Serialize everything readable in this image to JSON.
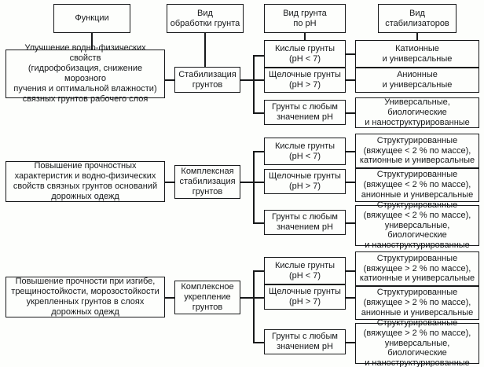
{
  "diagram": {
    "title_columns": [
      {
        "id": "functions",
        "label": "Функции"
      },
      {
        "id": "treatment",
        "label": "Вид\nобработки грунта"
      },
      {
        "id": "soil-ph",
        "label": "Вид грунта\nпо pH"
      },
      {
        "id": "stabilizers",
        "label": "Вид\nстабилизаторов"
      }
    ],
    "rows": [
      {
        "id": "row-1",
        "function": "Улучшение водно-физических свойств\n(гидрофобизация, снижение морозного\nпучения и оптимальной  влажности)\nсвязных грунтов рабочего слоя",
        "process": "Стабилизация\nгрунтов",
        "branches": [
          {
            "ph": "Кислые грунты\n(pH < 7)",
            "stabilizer": "Катионные\nи универсальные"
          },
          {
            "ph": "Щелочные грунты\n(pH > 7)",
            "stabilizer": "Анионные\nи универсальные"
          },
          {
            "ph": "Грунты с любым\nзначением pH",
            "stabilizer": "Универсальные,\nбиологические\nи наноструктурированные"
          }
        ]
      },
      {
        "id": "row-2",
        "function": "Повышение прочностных\nхарактеристик и водно-физических\nсвойств связных грунтов оснований\nдорожных одежд",
        "process": "Комплексная\nстабилизация\nгрунтов",
        "branches": [
          {
            "ph": "Кислые грунты\n(pH < 7)",
            "stabilizer": "Структурированные\n(вяжущее < 2 % по массе),\nкатионные и универсальные"
          },
          {
            "ph": "Щелочные грунты\n(pH > 7)",
            "stabilizer": "Структурированные\n(вяжущее < 2 % по массе),\nанионные и универсальные"
          },
          {
            "ph": "Грунты с любым\nзначением pH",
            "stabilizer": "Структурированные\n(вяжущее < 2 % по массе),\nуниверсальные, биологические\nи наноструктурированные"
          }
        ]
      },
      {
        "id": "row-3",
        "function": "Повышение прочности при изгибе,\nтрещиностойкости, морозостойкости\nукрепленных грунтов в слоях\nдорожных одежд",
        "process": "Комплексное\nукрепление\nгрунтов",
        "branches": [
          {
            "ph": "Кислые грунты\n(pH < 7)",
            "stabilizer": "Структурированные\n(вяжущее > 2 % по массе),\nкатионные и универсальные"
          },
          {
            "ph": "Щелочные грунты\n(pH > 7)",
            "stabilizer": "Структурированные\n(вяжущее > 2 % по массе),\nанионные и универсальные"
          },
          {
            "ph": "Грунты с любым\nзначением pH",
            "stabilizer": "Структурированные\n(вяжущее > 2 % по массе),\nуниверсальные, биологические\nи наноструктурированные"
          }
        ]
      }
    ],
    "colors": {
      "stroke": "#17191a",
      "background": "#fdfefc",
      "text": "#16181a"
    }
  }
}
